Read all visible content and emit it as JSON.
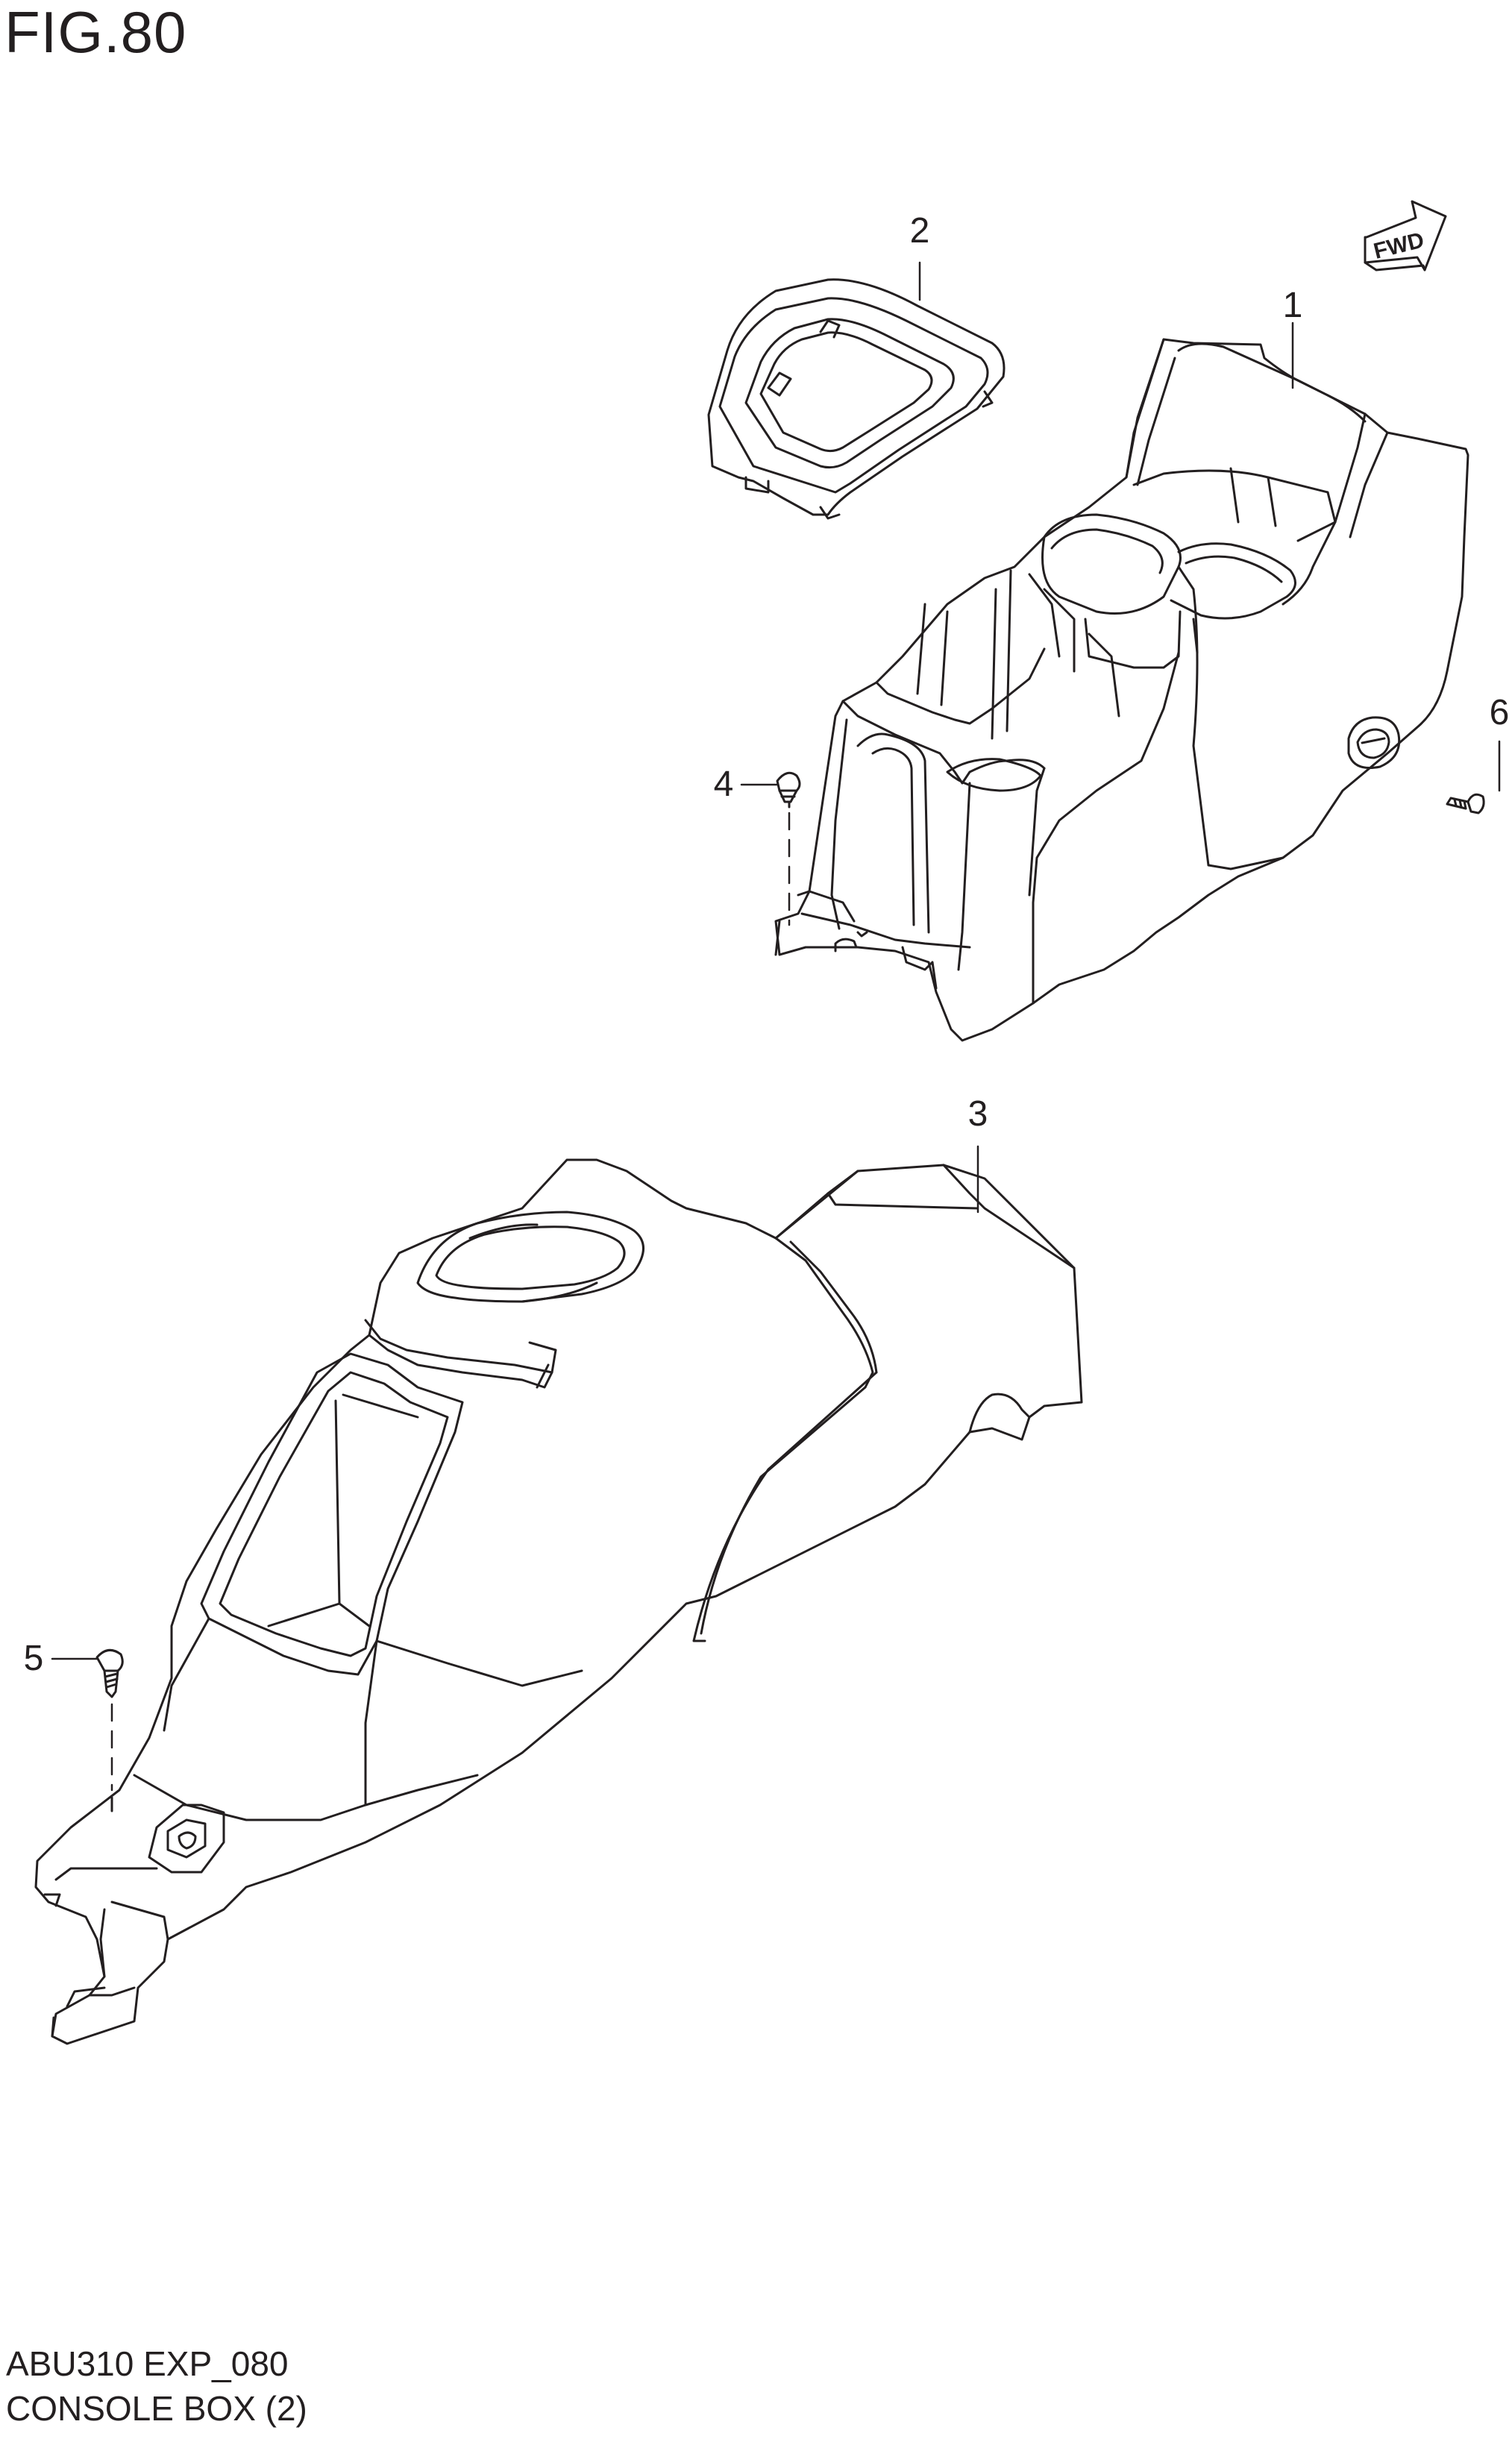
{
  "figure": {
    "title": "FIG.80"
  },
  "callouts": [
    {
      "number": "1"
    },
    {
      "number": "2"
    },
    {
      "number": "3"
    },
    {
      "number": "4"
    },
    {
      "number": "5"
    },
    {
      "number": "6"
    }
  ],
  "direction_marker": {
    "label": "FWD",
    "icon": "forward-arrow-icon"
  },
  "footer": {
    "model_code": "ABU310 EXP_080",
    "section_name": "CONSOLE BOX (2)"
  },
  "colors": {
    "line": "#231f20",
    "background": "#ffffff"
  }
}
